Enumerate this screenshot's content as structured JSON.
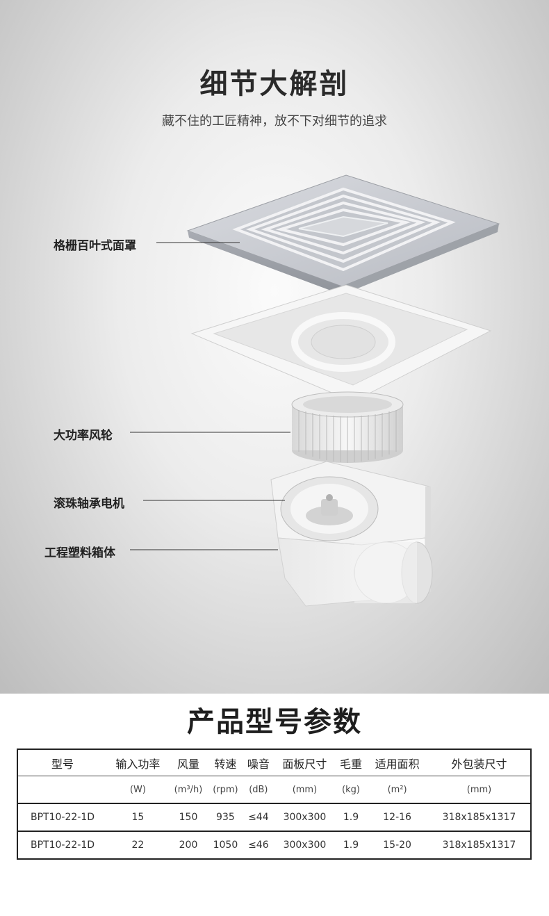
{
  "hero": {
    "title": "细节大解剖",
    "subtitle": "藏不住的工匠精神，放不下对细节的追求"
  },
  "callouts": [
    {
      "label": "格栅百叶式面罩"
    },
    {
      "label": "大功率风轮"
    },
    {
      "label": "滚珠轴承电机"
    },
    {
      "label": "工程塑料箱体"
    }
  ],
  "specs": {
    "title": "产品型号参数",
    "headers": [
      "型号",
      "输入功率",
      "风量",
      "转速",
      "噪音",
      "面板尺寸",
      "毛重",
      "适用面积",
      "外包装尺寸"
    ],
    "units": [
      "",
      "(W)",
      "(m³/h)",
      "(rpm)",
      "(dB)",
      "(mm)",
      "(kg)",
      "(m²)",
      "(mm)"
    ],
    "rows": [
      [
        "BPT10-22-1D",
        "15",
        "150",
        "935",
        "≤44",
        "300x300",
        "1.9",
        "12-16",
        "318x185x1317"
      ],
      [
        "BPT10-22-1D",
        "22",
        "200",
        "1050",
        "≤46",
        "300x300",
        "1.9",
        "15-20",
        "318x185x1317"
      ]
    ]
  }
}
